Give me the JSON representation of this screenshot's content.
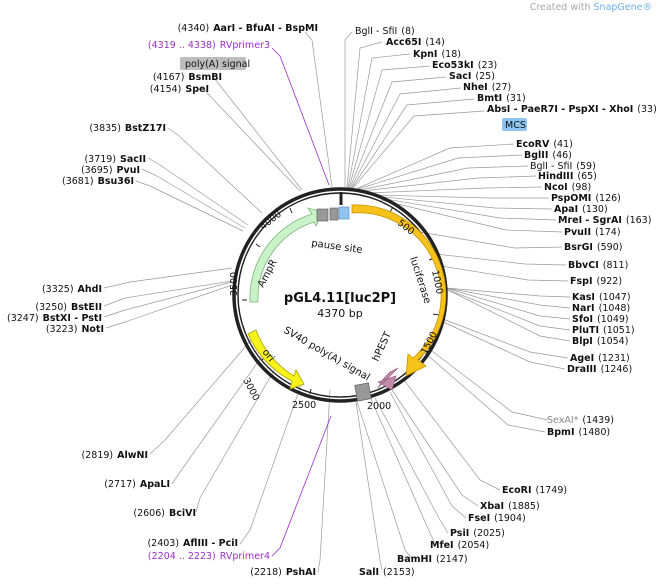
{
  "plasmid": {
    "name": "pGL4.11[luc2P]",
    "length": "4370 bp"
  },
  "branding": {
    "prefix": "Created with ",
    "name": "SnapGene®"
  },
  "tick_labels": [
    "500",
    "1000",
    "1500",
    "2000",
    "2500",
    "3000",
    "3500",
    "4000"
  ],
  "features": {
    "luciferase": "luciferase",
    "hpest": "hPEST",
    "sv40": "SV40 poly(A) signal",
    "ori": "ori",
    "ampr": "AmpR",
    "pause": "pause site"
  },
  "boxed_labels": {
    "polya": "poly(A) signal",
    "mcs": "MCS"
  },
  "right_labels": [
    {
      "name": "BglI - SfiI",
      "pos": "(8)"
    },
    {
      "name": "Acc65I",
      "pos": "(14)"
    },
    {
      "name": "KpnI",
      "pos": "(18)"
    },
    {
      "name": "Eco53kI",
      "pos": "(23)"
    },
    {
      "name": "SacI",
      "pos": "(25)"
    },
    {
      "name": "NheI",
      "pos": "(27)"
    },
    {
      "name": "BmtI",
      "pos": "(31)"
    },
    {
      "name": "AbsI - PaeR7I - PspXI - XhoI",
      "pos": "(33)"
    },
    {
      "name": "EcoRV",
      "pos": "(41)"
    },
    {
      "name": "BglII",
      "pos": "(46)"
    },
    {
      "name": "BglI - SfiI",
      "pos": "(59)"
    },
    {
      "name": "HindIII",
      "pos": "(65)"
    },
    {
      "name": "NcoI",
      "pos": "(98)"
    },
    {
      "name": "PspOMI",
      "pos": "(126)"
    },
    {
      "name": "ApaI",
      "pos": "(130)"
    },
    {
      "name": "MreI - SgrAI",
      "pos": "(163)"
    },
    {
      "name": "PvuII",
      "pos": "(174)"
    },
    {
      "name": "BsrGI",
      "pos": "(590)"
    },
    {
      "name": "BbvCI",
      "pos": "(811)"
    },
    {
      "name": "FspI",
      "pos": "(922)"
    },
    {
      "name": "KasI",
      "pos": "(1047)"
    },
    {
      "name": "NarI",
      "pos": "(1048)"
    },
    {
      "name": "SfoI",
      "pos": "(1049)"
    },
    {
      "name": "PluTI",
      "pos": "(1051)"
    },
    {
      "name": "BlpI",
      "pos": "(1054)"
    },
    {
      "name": "AgeI",
      "pos": "(1231)"
    },
    {
      "name": "DraIII",
      "pos": "(1246)"
    },
    {
      "name": "SexAI*",
      "pos": "(1439)"
    },
    {
      "name": "BpmI",
      "pos": "(1480)"
    },
    {
      "name": "EcoRI",
      "pos": "(1749)"
    },
    {
      "name": "XbaI",
      "pos": "(1885)"
    },
    {
      "name": "FseI",
      "pos": "(1904)"
    },
    {
      "name": "PsiI",
      "pos": "(2025)"
    },
    {
      "name": "MfeI",
      "pos": "(2054)"
    },
    {
      "name": "BamHI",
      "pos": "(2147)"
    },
    {
      "name": "SalI",
      "pos": "(2153)"
    }
  ],
  "left_labels": [
    {
      "name": "AarI - BfuAI - BspMI",
      "pos": "(4340)"
    },
    {
      "name": "BsmBI",
      "pos": "(4167)"
    },
    {
      "name": "SpeI",
      "pos": "(4154)"
    },
    {
      "name": "BstZ17I",
      "pos": "(3835)"
    },
    {
      "name": "SacII",
      "pos": "(3719)"
    },
    {
      "name": "PvuI",
      "pos": "(3695)"
    },
    {
      "name": "Bsu36I",
      "pos": "(3681)"
    },
    {
      "name": "AhdI",
      "pos": "(3325)"
    },
    {
      "name": "BstEII",
      "pos": "(3250)"
    },
    {
      "name": "BstXI - PstI",
      "pos": "(3247)"
    },
    {
      "name": "NotI",
      "pos": "(3223)"
    },
    {
      "name": "AlwNI",
      "pos": "(2819)"
    },
    {
      "name": "ApaLI",
      "pos": "(2717)"
    },
    {
      "name": "BciVI",
      "pos": "(2606)"
    },
    {
      "name": "AflIII - PciI",
      "pos": "(2403)"
    },
    {
      "name": "PshAI",
      "pos": "(2218)"
    }
  ],
  "primers": [
    {
      "name": "RVprimer3",
      "range": "(4319 .. 4338)"
    },
    {
      "name": "RVprimer4",
      "range": "(2204 .. 2223)"
    }
  ]
}
